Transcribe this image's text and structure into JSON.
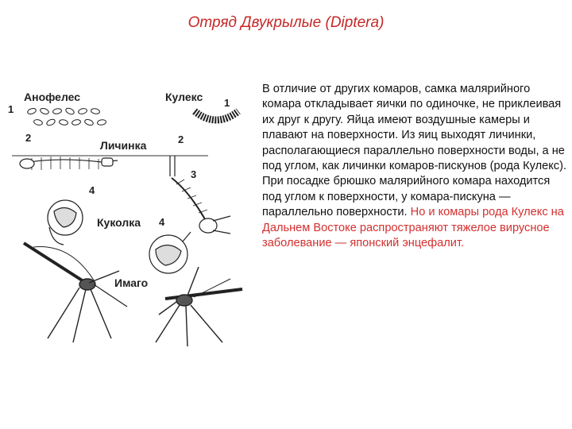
{
  "title": "Отряд Двукрылые (Diptera)",
  "figure": {
    "labels": {
      "anopheles": "Анофелес",
      "culex": "Кулекс",
      "larva": "Личинка",
      "pupa": "Куколка",
      "imago": "Имаго"
    },
    "numbers": {
      "n1_left": "1",
      "n1_right": "1",
      "n2_left": "2",
      "n2_right": "2",
      "n3": "3",
      "n4_left": "4",
      "n4_pupa": "4"
    }
  },
  "description": {
    "main": "В отличие от других комаров, самка малярийного комара откладывает яички по одиночке, не приклеивая их друг к другу. Яйца имеют воздушные камеры и плавают на поверхности. Из яиц выходят личинки, располагающиеся параллельно поверхности воды, а не под углом, как личинки комаров-пискунов (рода Кулекс). При посадке брюшко малярийного комара находится под углом к поверхности, у комара-пискуна — параллельно поверхности.",
    "highlight": "Но и комары рода Кулекс на Дальнем Востоке распространяют тяжелое вирусное заболевание — японский энцефалит."
  },
  "colors": {
    "title": "#c62828",
    "highlight": "#d32f2f",
    "text": "#111111"
  }
}
